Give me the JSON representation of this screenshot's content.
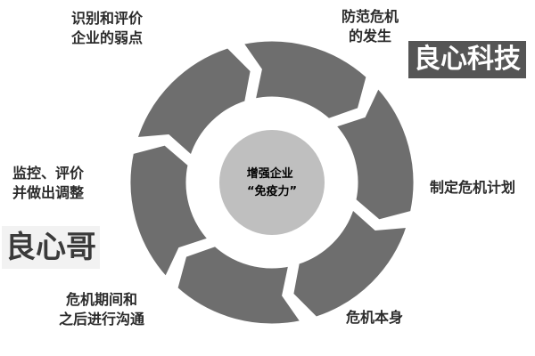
{
  "diagram": {
    "center": {
      "line1": "增强企业",
      "line2": "“免疫力”"
    },
    "stages": [
      {
        "id": "prevent",
        "text": "防范危机\n的发生"
      },
      {
        "id": "plan",
        "text": "制定危机计划"
      },
      {
        "id": "crisis",
        "text": "危机本身"
      },
      {
        "id": "communicate",
        "text": "危机期间和\n之后进行沟通"
      },
      {
        "id": "monitor",
        "text": "监控、评价\n并做出调整"
      },
      {
        "id": "identify",
        "text": "识别和评价\n企业的弱点"
      }
    ],
    "colors": {
      "arrow": "#6e6e6e",
      "center_fill": "#bfbfbf",
      "gap": "#ffffff"
    }
  },
  "watermarks": {
    "top_right": "良心科技",
    "left": "良心哥"
  }
}
